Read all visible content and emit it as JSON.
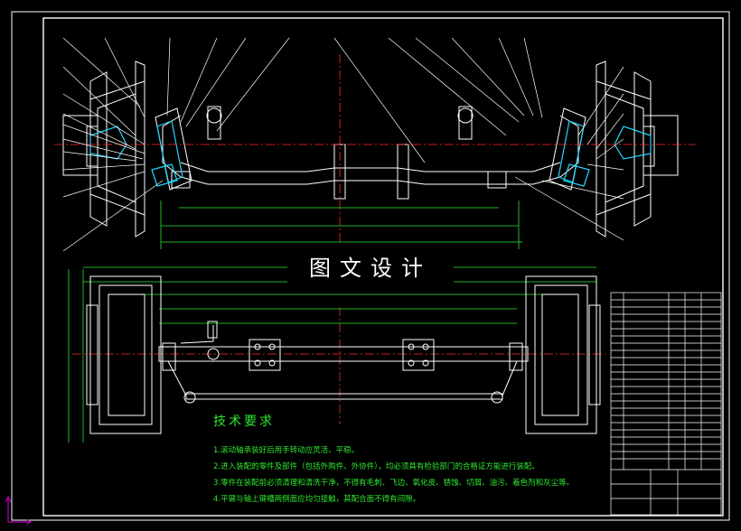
{
  "watermark": "图文设计",
  "tech_notes": {
    "title": "技术要求",
    "items": [
      "1.滚动轴承装好后用手转动应灵活、平稳。",
      "2.进入装配的零件及部件（包括外购件、外协件），均必须具有检验部门的合格证方能进行装配。",
      "3.零件在装配前必须清理和清洗干净，不得有毛刺、飞边、氧化皮、锈蚀、切屑、油污、着色剂和灰尘等。",
      "4.平键与轴上键槽两侧面应均匀接触，其配合面不得有间隙。"
    ]
  },
  "colors": {
    "background": "#000000",
    "lines": "#ffffff",
    "notes": "#2ee82e",
    "leaders": "#ffffff",
    "centerline": "#ff2a2a",
    "section": "#22d8ff",
    "dims": "#2ee82e",
    "ucs": "#c000c0"
  }
}
